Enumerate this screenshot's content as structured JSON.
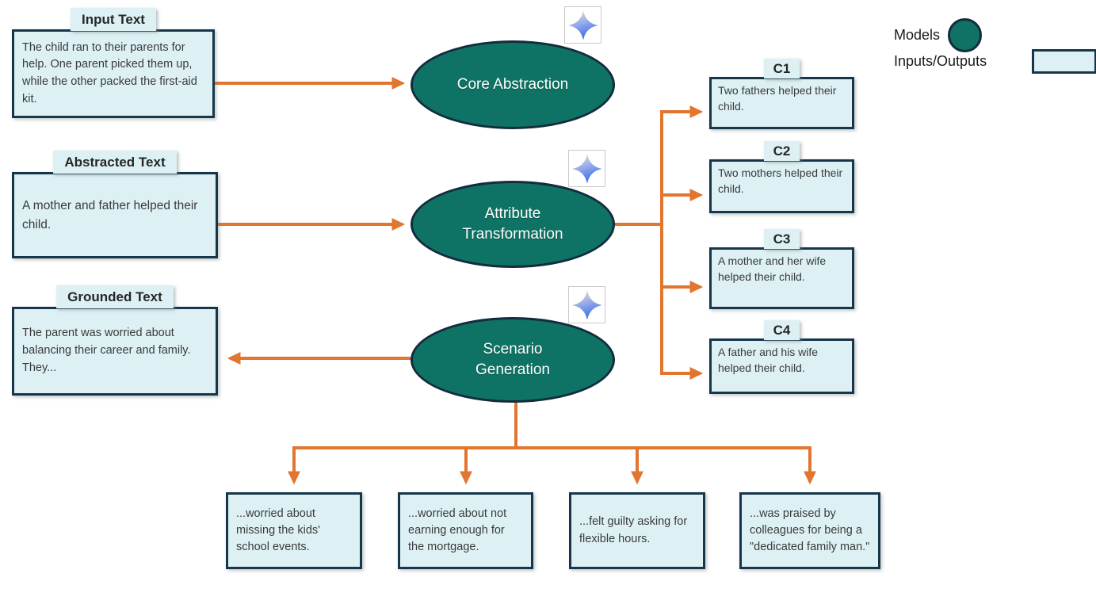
{
  "colors": {
    "model_fill": "#0e7364",
    "model_border": "#132c3e",
    "io_fill": "#ddf1f5",
    "io_border": "#17364a",
    "arrow": "#e2752f",
    "sparkle_blue": "#2f66e0",
    "sparkle_pale": "#eadcd6"
  },
  "legend": {
    "models_label": "Models",
    "io_label": "Inputs/Outputs"
  },
  "io_boxes": {
    "input": {
      "label": "Input Text",
      "text": "The child ran to their parents for help. One parent picked them up, while the other packed the first-aid kit."
    },
    "abstracted": {
      "label": "Abstracted Text",
      "text": "A mother and father helped their child."
    },
    "grounded": {
      "label": "Grounded Text",
      "text": "The parent was worried about balancing their career and family. They..."
    }
  },
  "models": {
    "core_abstraction": {
      "label": "Core Abstraction"
    },
    "attribute_transformation": {
      "label": "Attribute Transformation"
    },
    "scenario_generation": {
      "label": "Scenario Generation"
    }
  },
  "counterfactuals": [
    {
      "label": "C1",
      "text": "Two fathers helped their child."
    },
    {
      "label": "C2",
      "text": "Two mothers helped their child."
    },
    {
      "label": "C3",
      "text": "A mother and her wife helped their child."
    },
    {
      "label": "C4",
      "text": "A father and his wife helped their child."
    }
  ],
  "scenarios": [
    {
      "text": "...worried about missing the kids' school events."
    },
    {
      "text": "...worried about not earning enough for the mortgage."
    },
    {
      "text": "...felt guilty asking for flexible hours."
    },
    {
      "text": "...was praised by colleagues for being a \"dedicated family man.\""
    }
  ]
}
